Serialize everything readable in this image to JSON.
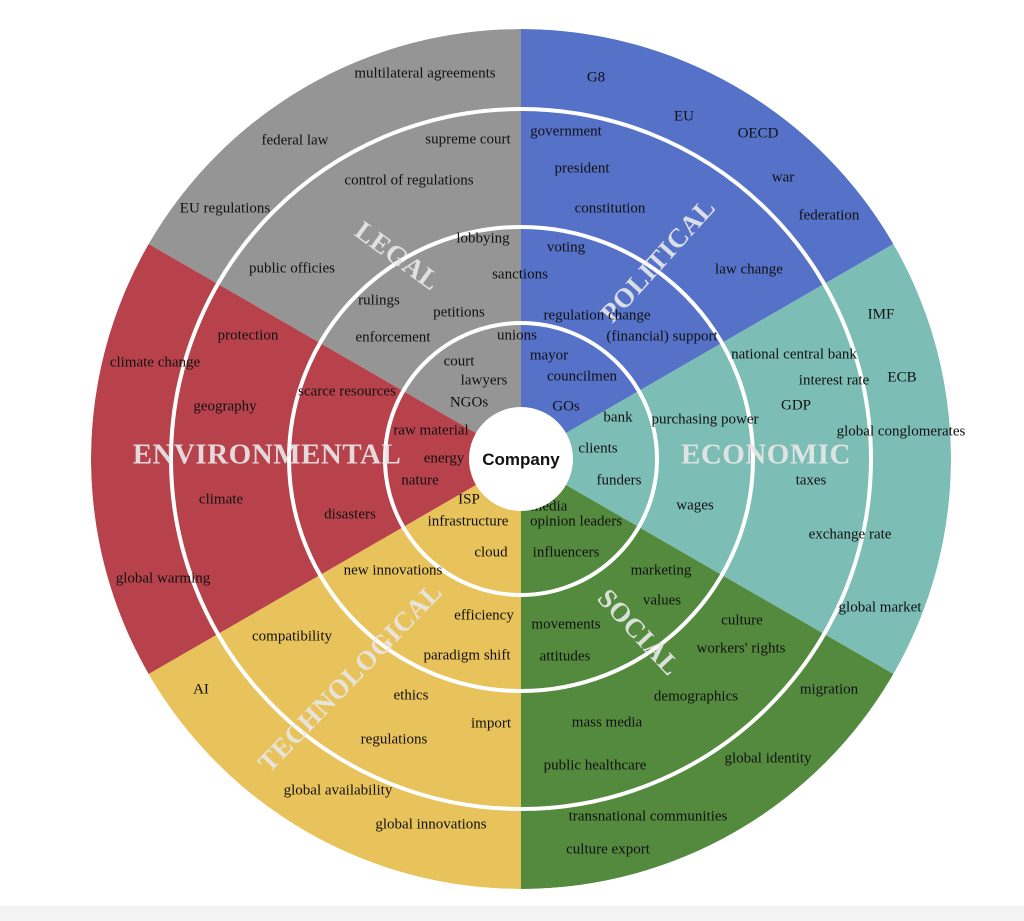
{
  "center_label": "Company",
  "sectors": [
    {
      "id": "legal",
      "title": "LEGAL",
      "color": "#959595"
    },
    {
      "id": "political",
      "title": "POLITICAL",
      "color": "#5571c8"
    },
    {
      "id": "economic",
      "title": "ECONOMIC",
      "color": "#7cbdb5"
    },
    {
      "id": "social",
      "title": "SOCIAL",
      "color": "#548a3d"
    },
    {
      "id": "technological",
      "title": "TECHNOLOGICAL",
      "color": "#e8c25a"
    },
    {
      "id": "environmental",
      "title": "ENVIRONMENTAL",
      "color": "#b8424c"
    }
  ],
  "terms": {
    "legal": [
      "multilateral agreements",
      "federal law",
      "supreme court",
      "control of regulations",
      "EU regulations",
      "public officies",
      "lobbying",
      "rulings",
      "petitions",
      "enforcement",
      "court",
      "lawyers",
      "NGOs"
    ],
    "political": [
      "G8",
      "EU",
      "OECD",
      "government",
      "president",
      "war",
      "constitution",
      "federation",
      "voting",
      "law change",
      "sanctions",
      "regulation change",
      "unions",
      "(financial) support",
      "mayor",
      "councilmen",
      "GOs"
    ],
    "economic": [
      "IMF",
      "national central bank",
      "interest rate",
      "ECB",
      "GDP",
      "purchasing power",
      "bank",
      "global conglomerates",
      "clients",
      "taxes",
      "funders",
      "wages",
      "exchange rate",
      "global market"
    ],
    "social": [
      "media",
      "opinion leaders",
      "influencers",
      "marketing",
      "values",
      "culture",
      "movements",
      "workers' rights",
      "attitudes",
      "migration",
      "demographics",
      "mass media",
      "public healthcare",
      "global identity",
      "transnational communities",
      "culture export"
    ],
    "technological": [
      "ISP",
      "infrastructure",
      "cloud",
      "new innovations",
      "efficiency",
      "compatibility",
      "paradigm shift",
      "AI",
      "ethics",
      "import",
      "regulations",
      "global availability",
      "global innovations"
    ],
    "environmental": [
      "protection",
      "climate change",
      "scarce resources",
      "geography",
      "raw material",
      "energy",
      "nature",
      "climate",
      "disasters",
      "global warming"
    ]
  }
}
